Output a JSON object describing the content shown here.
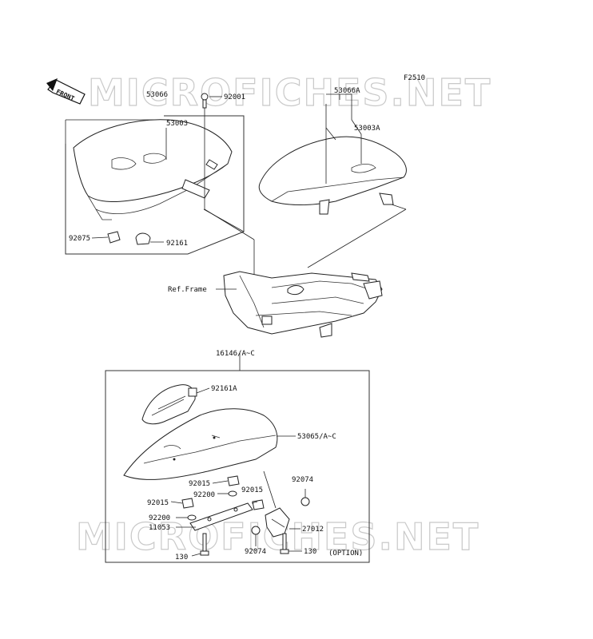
{
  "diagram_code": "F2510",
  "front_label": "FRONT",
  "watermark_text": "MICROFICHES.NET",
  "ref_frame_label": "Ref.Frame",
  "option_label": "(OPTION)",
  "parts": {
    "p53066": "53066",
    "p53003": "53003",
    "p92001": "92001",
    "p53066a": "53066A",
    "p53003a": "53003A",
    "p92075": "92075",
    "p92161": "92161",
    "p16146": "16146/A~C",
    "p92161a": "92161A",
    "p53065": "53065/A~C",
    "p92015_a": "92015",
    "p92200_a": "92200",
    "p92015_b": "92015",
    "p92015_c": "92015",
    "p92074_a": "92074",
    "p92200_b": "92200",
    "p11053": "11053",
    "p27012": "27012",
    "p92074_b": "92074",
    "p130_a": "130",
    "p130_b": "130"
  }
}
